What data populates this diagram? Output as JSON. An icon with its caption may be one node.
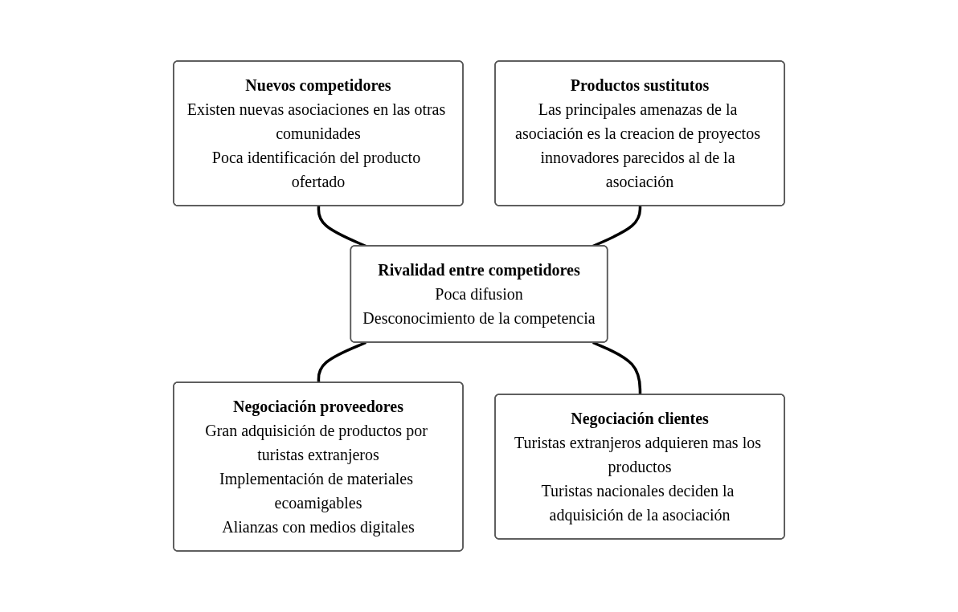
{
  "diagram": {
    "nodes": [
      {
        "text": [
          "Nuevos competidores",
          "Existen nuevas asociaciones en las otras comunidades",
          "Poca identificación del producto ofertado"
        ]
      },
      {
        "text": [
          "Productos sustitutos",
          "Las principales amenazas de la asociación es la creacion de proyectos innovadores parecidos al de la asociación"
        ]
      },
      {
        "text": [
          "Rivalidad entre competidores",
          "Poca difusion",
          "Desconocimiento de la competencia"
        ]
      },
      {
        "text": [
          "Negociación proveedores",
          "Gran adquisición de productos por turistas extranjeros",
          "Implementación de materiales ecoamigables",
          "Alianzas con medios digitales"
        ]
      },
      {
        "text": [
          "Negociación clientes",
          "Turistas extranjeros adquieren mas los productos",
          "Turistas nacionales deciden la adquisición de la asociación"
        ]
      }
    ],
    "edges": [
      {
        "from": 0,
        "to": 2,
        "arrow": "none"
      },
      {
        "from": 1,
        "to": 2,
        "arrow": "none"
      },
      {
        "from": 2,
        "to": 3,
        "arrow": "none"
      },
      {
        "from": 2,
        "to": 4,
        "arrow": "none"
      }
    ]
  }
}
